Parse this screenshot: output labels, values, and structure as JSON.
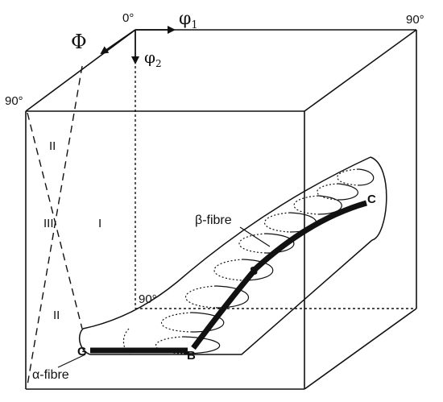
{
  "axes": {
    "origin": "0°",
    "phi1": "φ",
    "phi1_sub": "1",
    "phi2": "φ",
    "phi2_sub": "2",
    "Phi": "Φ",
    "phi1_end": "90°",
    "Phi_end": "90°",
    "phi2_end": "90°"
  },
  "regions": {
    "r1": "I",
    "r2a": "II",
    "r2b": "II",
    "r3": "III"
  },
  "points": {
    "G": "G",
    "B": "B",
    "S": "S",
    "C": "C"
  },
  "fibres": {
    "alpha": "α-fibre",
    "beta": "β-fibre"
  },
  "colors": {
    "line": "#111111",
    "fibre": "#111111"
  }
}
